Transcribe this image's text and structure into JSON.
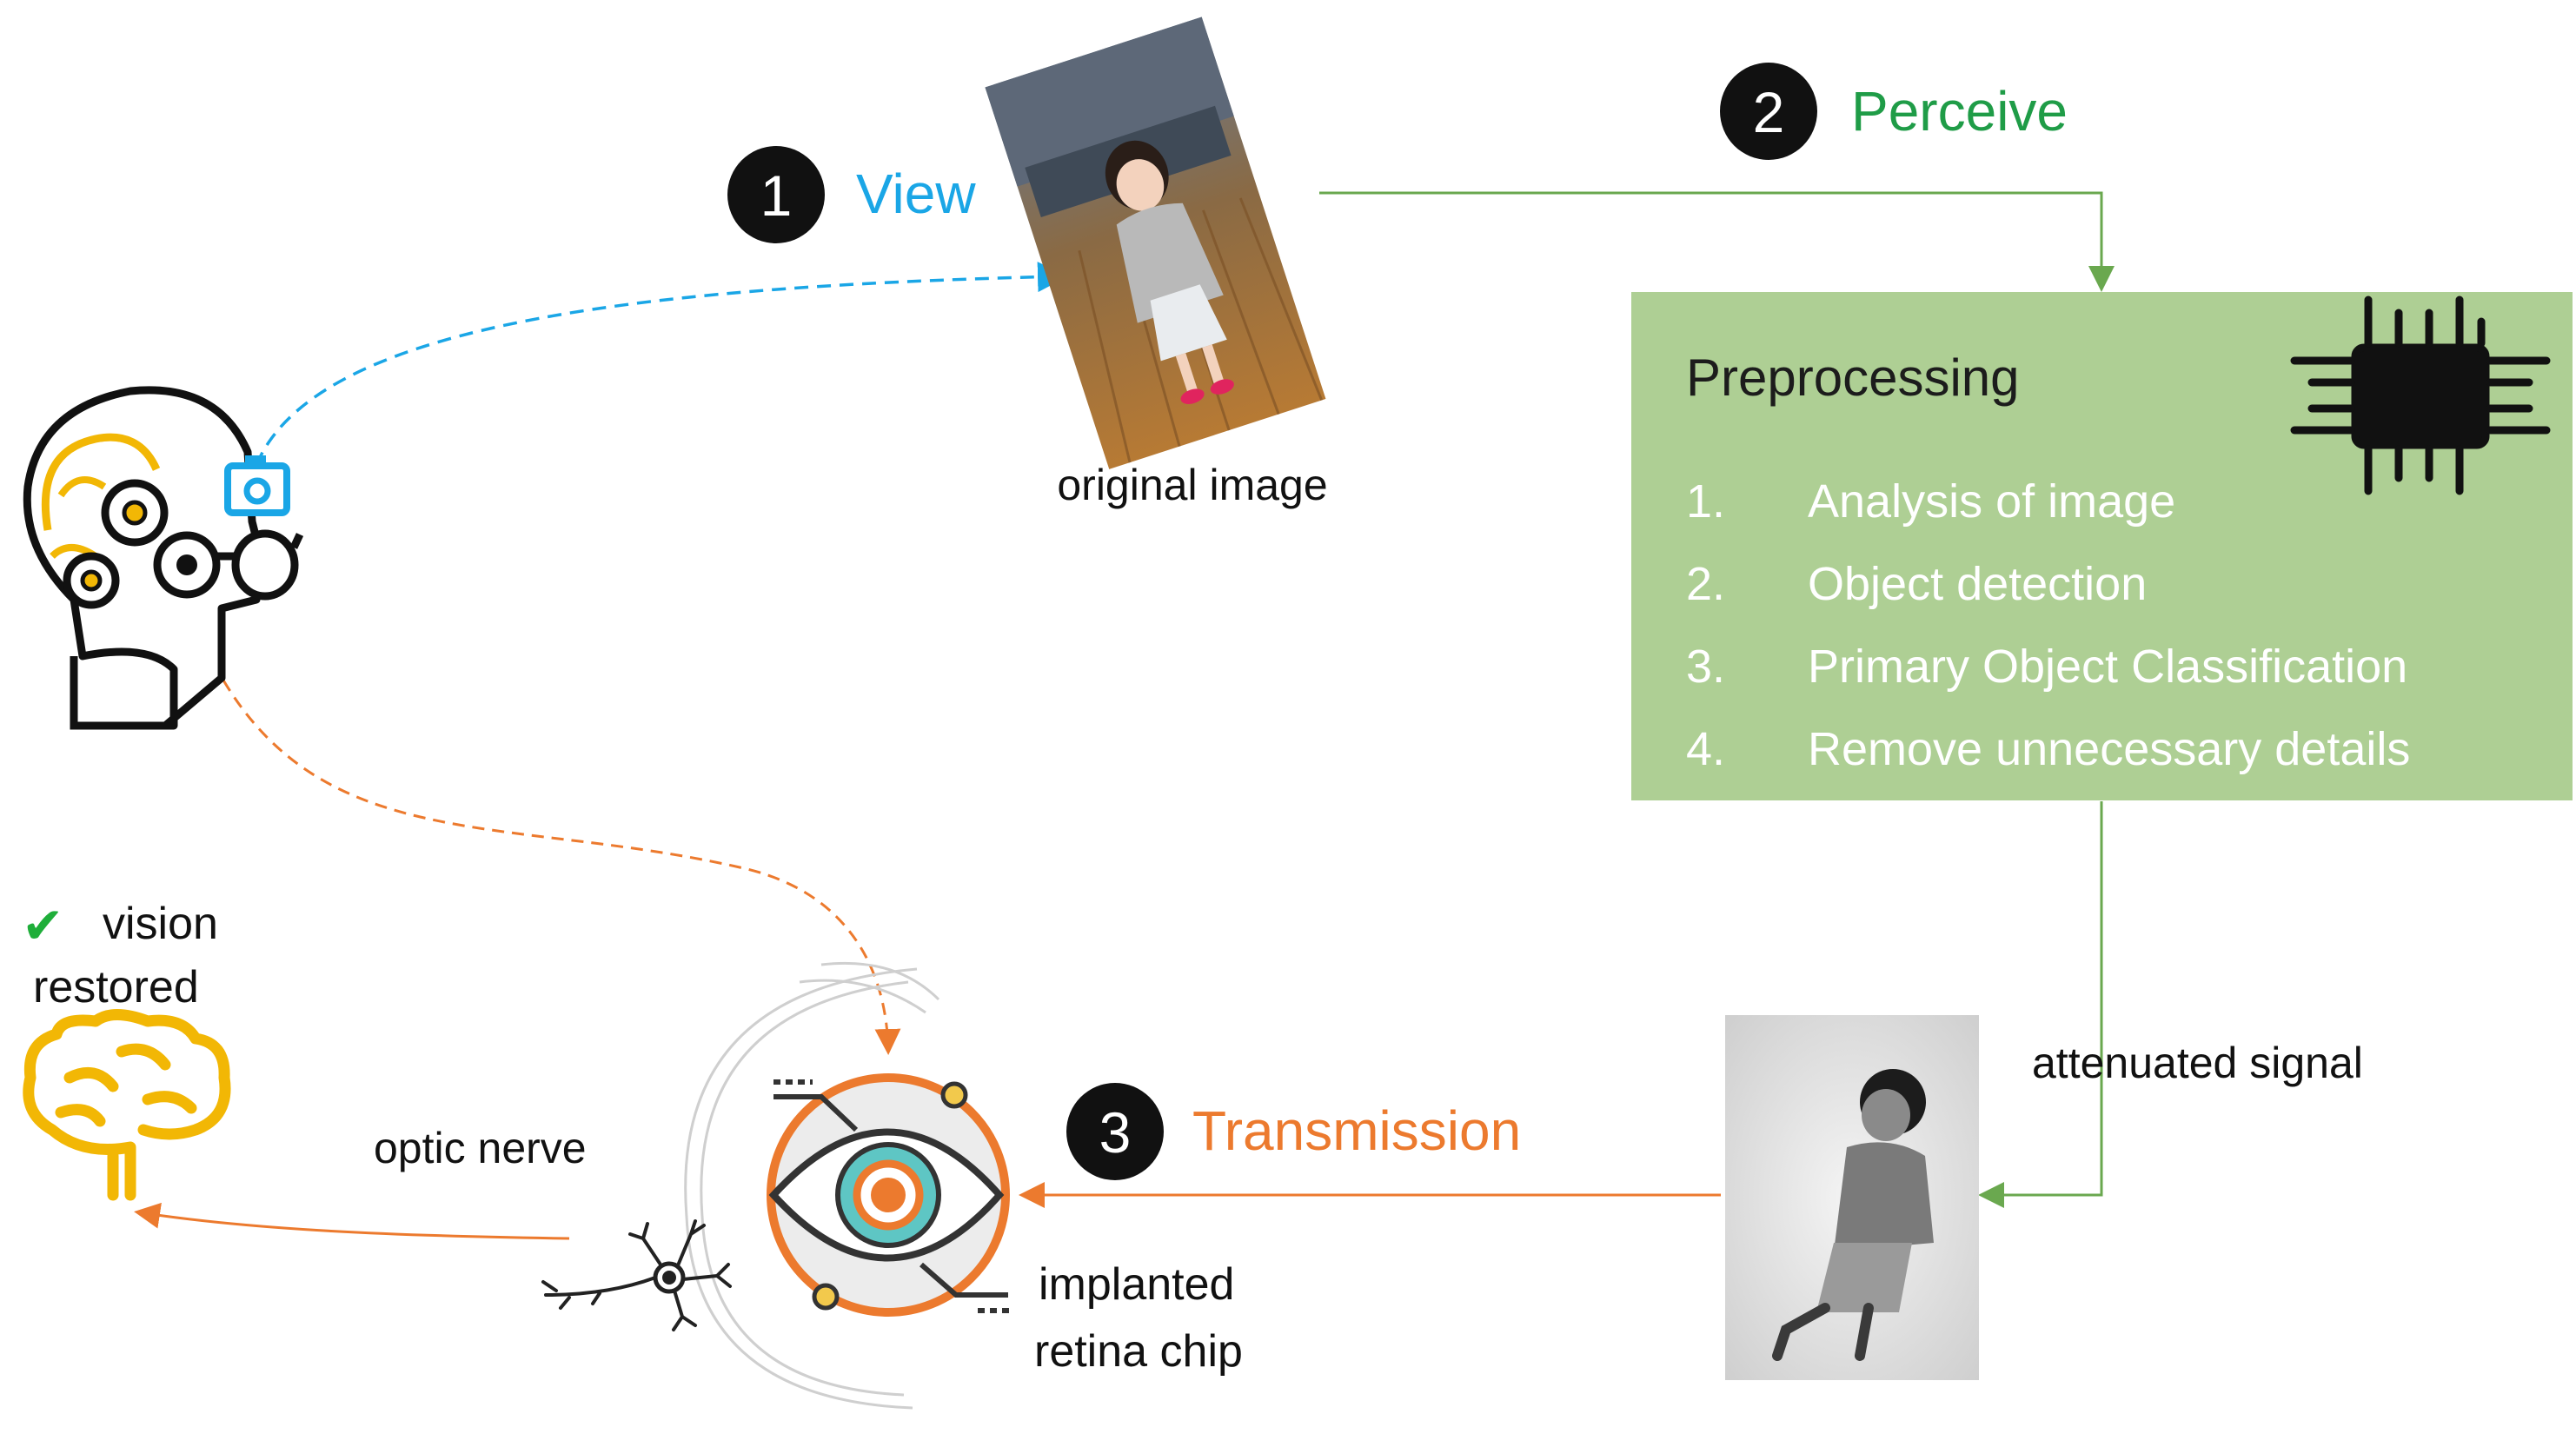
{
  "steps": [
    {
      "number": "1",
      "label": "View",
      "color": "#1aa6e6"
    },
    {
      "number": "2",
      "label": "Perceive",
      "color": "#1f9c47"
    },
    {
      "number": "3",
      "label": "Transmission",
      "color": "#ec7a2e"
    }
  ],
  "captions": {
    "original_image": "original image",
    "attenuated_signal": "attenuated signal",
    "optic_nerve": "optic nerve",
    "implanted_line1": "implanted",
    "implanted_line2": "retina chip",
    "vision_line1": "vision",
    "vision_line2": "restored",
    "check_mark": "✔"
  },
  "preprocessing": {
    "title": "Preprocessing",
    "items": [
      {
        "num": "1.",
        "text": "Analysis of image"
      },
      {
        "num": "2.",
        "text": "Object detection"
      },
      {
        "num": "3.",
        "text": "Primary Object Classification"
      },
      {
        "num": "4.",
        "text": "Remove unnecessary details"
      }
    ],
    "fill": "#aecf94"
  },
  "colors": {
    "arrow_blue": "#1aa6e6",
    "arrow_green": "#6aa84f",
    "arrow_orange": "#ec7a2e",
    "brain_yellow": "#f2b705",
    "check_green": "#1fae3a"
  },
  "icons": [
    "head-with-gears-icon",
    "camera-icon",
    "cpu-chip-icon",
    "eye-retina-icon",
    "neuron-icon",
    "brain-icon"
  ]
}
